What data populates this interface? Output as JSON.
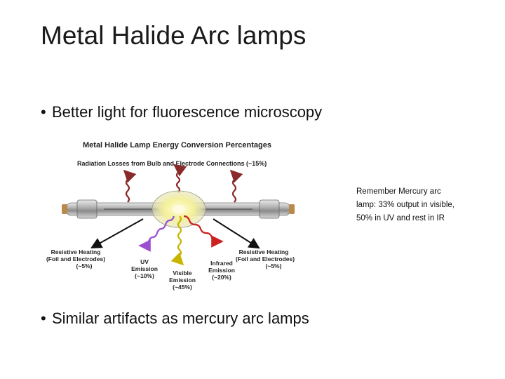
{
  "slide": {
    "title": "Metal Halide Arc lamps",
    "bullets": [
      {
        "marker": "•",
        "text": "Better light for fluorescence microscopy"
      },
      {
        "marker": "•",
        "text": "Similar artifacts as mercury arc lamps"
      }
    ],
    "note": "Remember Mercury arc lamp: 33% output in visible, 50% in UV and rest in IR"
  },
  "figure": {
    "title": "Metal Halide Lamp Energy Conversion Percentages",
    "radiation_losses": "Radiation Losses from Bulb and Electrode Connections (~15%)",
    "left_heating": {
      "line1": "Resistive Heating",
      "line2": "(Foil and Electrodes)",
      "pct": "(~5%)"
    },
    "right_heating": {
      "line1": "Resistive Heating",
      "line2": "(Foil and Electrodes)",
      "pct": "(~5%)"
    },
    "uv": {
      "line1": "UV",
      "line2": "Emission",
      "pct": "(~10%)"
    },
    "visible": {
      "line1": "Visible",
      "line2": "Emission",
      "pct": "(~45%)"
    },
    "infrared": {
      "line1": "Infrared",
      "line2": "Emission",
      "pct": "(~20%)"
    },
    "colors": {
      "loss_arrow": "#8a2a2a",
      "uv_arrow": "#9b4fd0",
      "visible_arrow": "#c9b400",
      "ir_arrow": "#cc2222",
      "glow": "#f4f19a",
      "black_arrow": "#111111"
    }
  }
}
